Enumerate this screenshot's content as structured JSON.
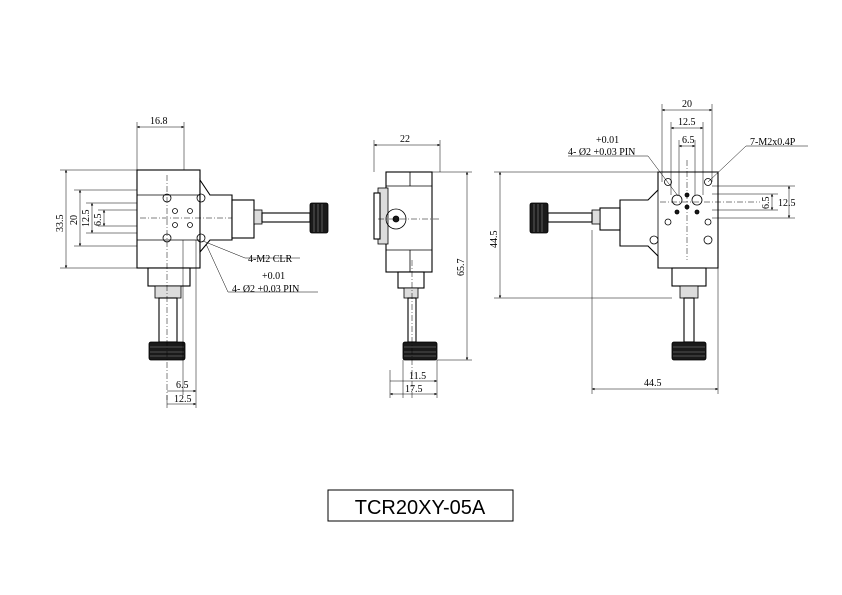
{
  "title": "TCR20XY-05A",
  "front_view": {
    "dims": {
      "width_top": "16.8",
      "height_outer": "33.5",
      "height_mid": "20",
      "height_inner": "12.5",
      "height_small": "6.5",
      "bottom_small": "6.5",
      "bottom_large": "12.5"
    },
    "callout_clr": "4-M2 CLR",
    "callout_pin_tol": "+0.01",
    "callout_pin": "4- Ø2 +0.03 PIN"
  },
  "side_view": {
    "dims": {
      "width_top": "22",
      "height": "65.7",
      "bottom_small": "11.5",
      "bottom_large": "17.5"
    }
  },
  "top_view": {
    "dims": {
      "top_outer": "20",
      "top_mid": "12.5",
      "top_inner": "6.5",
      "right_small": "6.5",
      "right_large": "12.5",
      "height": "44.5",
      "width": "44.5"
    },
    "callout_pin_tol": "+0.01",
    "callout_pin": "4- Ø2 +0.03 PIN",
    "callout_thread": "7-M2x0.4P"
  }
}
